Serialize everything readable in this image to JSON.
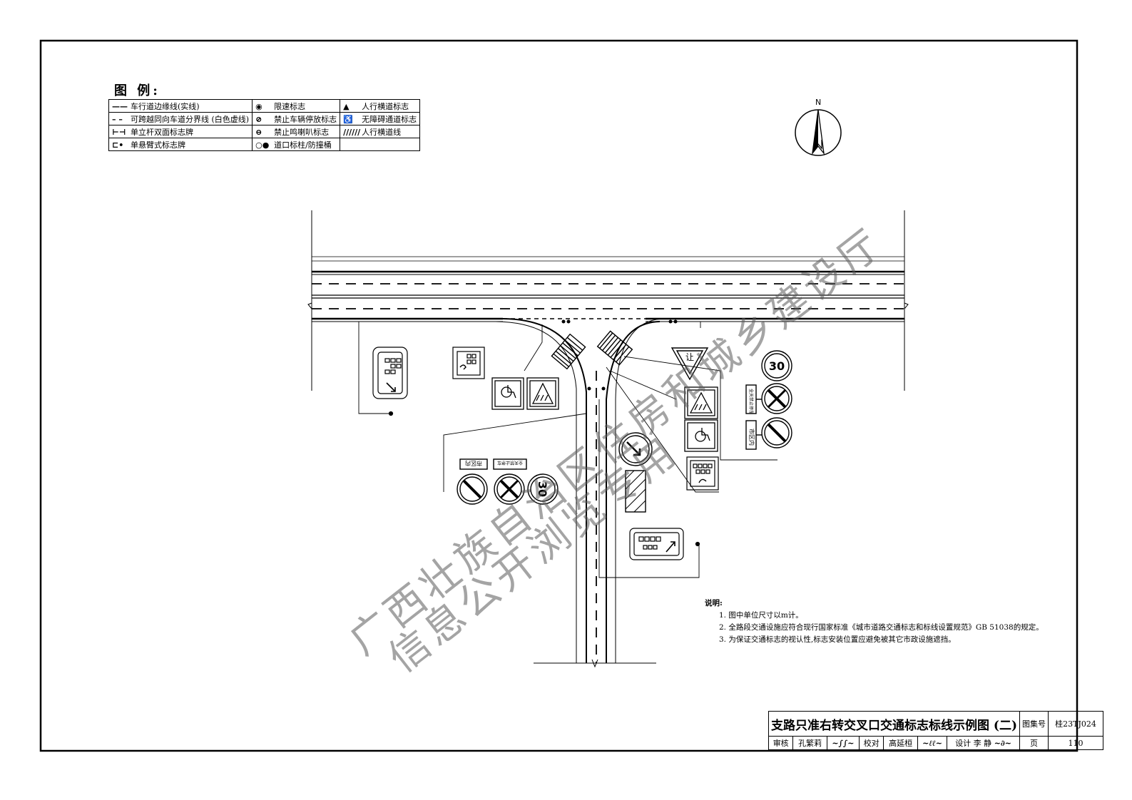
{
  "legend": {
    "title": "图 例:",
    "rows": [
      {
        "s1": "——",
        "t1": "车行道边缘线(实线)",
        "s2": "◉",
        "t2": "限速标志",
        "s3": "▲",
        "t3": "人行横道标志"
      },
      {
        "s1": "– –",
        "t1": "可跨越同向车道分界线 (白色虚线)",
        "s2": "⊘",
        "t2": "禁止车辆停放标志",
        "s3": "♿",
        "t3": "无障碍通道标志"
      },
      {
        "s1": "⊢⊣",
        "t1": "单立杆双面标志牌",
        "s2": "⊖",
        "t2": "禁止鸣喇叭标志",
        "s3": "//////",
        "t3": "人行横道线"
      },
      {
        "s1": "⊏•",
        "t1": "单悬臂式标志牌",
        "s2": "○●",
        "t2": "道口标柱/防撞桶",
        "s3": "",
        "t3": ""
      }
    ]
  },
  "north": "N",
  "signs": {
    "yield": "让",
    "speed_limit_right": "30",
    "speed_limit_left": "30",
    "plate_city_right": "市区内",
    "plate_time_right": "全天禁止停车",
    "plate_city_left": "市区内",
    "plate_time_left": "全天禁止停车"
  },
  "notes": {
    "heading": "说明:",
    "items": [
      "1. 图中单位尺寸以m计。",
      "2. 全路段交通设施应符合现行国家标准《城市道路交通标志和标线设置规范》GB 51038的规定。",
      "3. 为保证交通标志的视认性,标志安装位置应避免被其它市政设施遮挡。"
    ]
  },
  "title_block": {
    "title": "支路只准右转交叉口交通标志标线示例图 (二)",
    "atlas_label": "图集号",
    "atlas_no": "桂23TJ024",
    "review_label": "审核",
    "reviewer": "孔繁莉",
    "check_label": "校对",
    "checker": "高延桓",
    "design_label": "设计",
    "designer": "李 静",
    "page_label": "页",
    "page_no": "110"
  },
  "watermark": {
    "line1": "广西壮族自治区住房和城乡建设厅",
    "line2": "信息公开浏览专用"
  }
}
